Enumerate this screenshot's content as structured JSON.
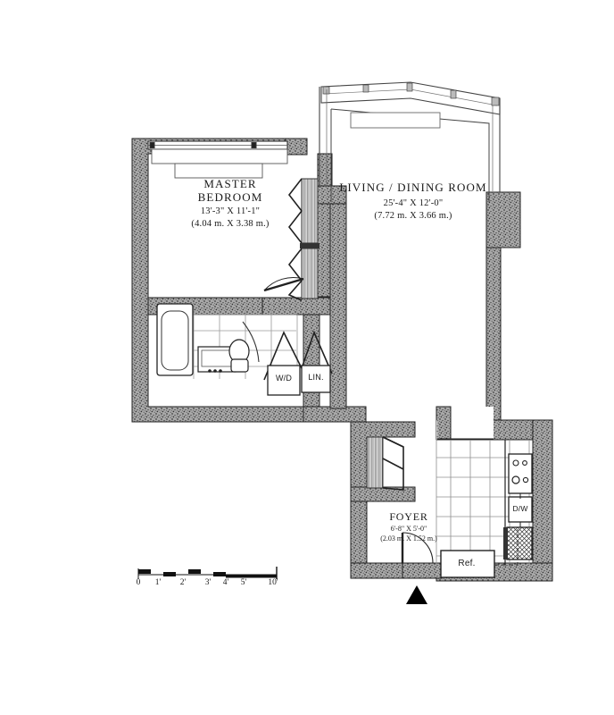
{
  "document": {
    "type": "architectural-floor-plan",
    "orientation": "plan-view"
  },
  "rooms": [
    {
      "id": "master-bedroom",
      "name_line1": "MASTER",
      "name_line2": "BEDROOM",
      "dimensions_imperial": "13'-3\" X 11'-1\"",
      "dimensions_metric": "(4.04 m. X 3.38 m.)"
    },
    {
      "id": "living-dining-room",
      "name_line1": "LIVING / DINING ROOM",
      "name_line2": "",
      "dimensions_imperial": "25'-4\" X 12'-0\"",
      "dimensions_metric": "(7.72 m. X 3.66 m.)"
    },
    {
      "id": "foyer",
      "name_line1": "FOYER",
      "name_line2": "",
      "dimensions_imperial": "6'-8\" X 5'-0\"",
      "dimensions_metric": "(2.03 m. X 1.52 m.)"
    }
  ],
  "closets": [
    {
      "id": "washer-dryer-closet",
      "label": "W/D"
    },
    {
      "id": "linen-closet",
      "label": "LIN."
    }
  ],
  "appliances": [
    {
      "id": "dishwasher",
      "label": "D/W"
    },
    {
      "id": "refrigerator",
      "label": "Ref."
    }
  ],
  "scale_bar": {
    "ticks": [
      "0",
      "1'",
      "2'",
      "3'",
      "4'",
      "5'"
    ],
    "end_label": "10'"
  },
  "colors": {
    "wall_fill": "#8d8d8d",
    "line": "#1f1f1f",
    "thin_line": "#555555",
    "paper": "#ffffff",
    "entry_marker": "#000000"
  }
}
